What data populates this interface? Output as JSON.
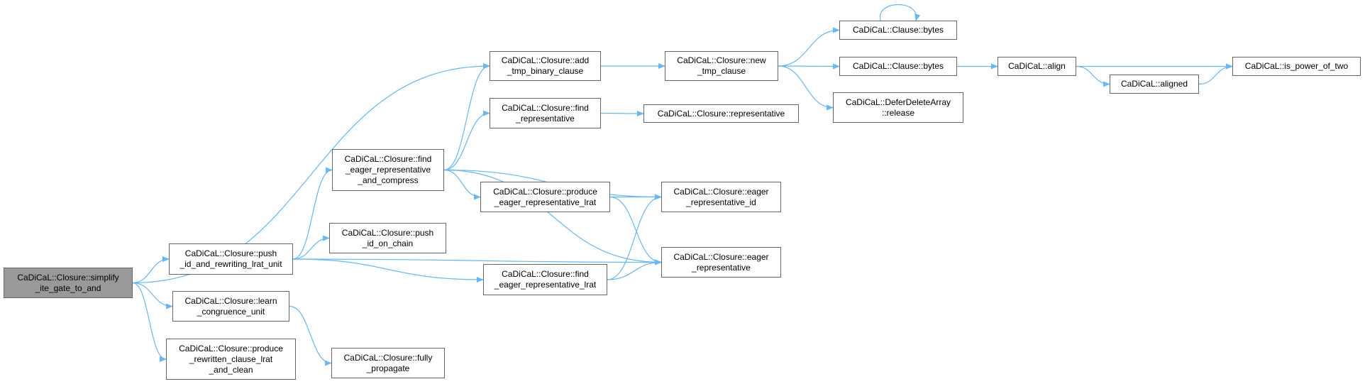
{
  "graph": {
    "edge_color": "#63b8ff",
    "current_node_color": "#999999",
    "nodes": [
      {
        "id": "simplify",
        "lines": [
          "CaDiCaL::Closure::simplify",
          "_ite_gate_to_and"
        ],
        "current": true
      },
      {
        "id": "push_rewrite",
        "lines": [
          "CaDiCaL::Closure::push",
          "_id_and_rewriting_lrat_unit"
        ]
      },
      {
        "id": "learn",
        "lines": [
          "CaDiCaL::Closure::learn",
          "_congruence_unit"
        ]
      },
      {
        "id": "produce_rewritten",
        "lines": [
          "CaDiCaL::Closure::produce",
          "_rewritten_clause_lrat",
          "_and_clean"
        ]
      },
      {
        "id": "find_compress",
        "lines": [
          "CaDiCaL::Closure::find",
          "_eager_representative",
          "_and_compress"
        ]
      },
      {
        "id": "push_chain",
        "lines": [
          "CaDiCaL::Closure::push",
          "_id_on_chain"
        ]
      },
      {
        "id": "fully",
        "lines": [
          "CaDiCaL::Closure::fully",
          "_propagate"
        ]
      },
      {
        "id": "add_tmp",
        "lines": [
          "CaDiCaL::Closure::add",
          "_tmp_binary_clause"
        ]
      },
      {
        "id": "find_rep",
        "lines": [
          "CaDiCaL::Closure::find",
          "_representative"
        ]
      },
      {
        "id": "produce_eager",
        "lines": [
          "CaDiCaL::Closure::produce",
          "_eager_representative_lrat"
        ]
      },
      {
        "id": "find_eager_lrat",
        "lines": [
          "CaDiCaL::Closure::find",
          "_eager_representative_lrat"
        ]
      },
      {
        "id": "new_tmp",
        "lines": [
          "CaDiCaL::Closure::new",
          "_tmp_clause"
        ]
      },
      {
        "id": "representative",
        "lines": [
          "CaDiCaL::Closure::representative"
        ]
      },
      {
        "id": "eager_rep_id",
        "lines": [
          "CaDiCaL::Closure::eager",
          "_representative_id"
        ]
      },
      {
        "id": "eager_rep",
        "lines": [
          "CaDiCaL::Closure::eager",
          "_representative"
        ]
      },
      {
        "id": "bytes1",
        "lines": [
          "CaDiCaL::Clause::bytes"
        ]
      },
      {
        "id": "bytes2",
        "lines": [
          "CaDiCaL::Clause::bytes"
        ]
      },
      {
        "id": "release",
        "lines": [
          "CaDiCaL::DeferDeleteArray",
          "::release"
        ]
      },
      {
        "id": "align",
        "lines": [
          "CaDiCaL::align"
        ]
      },
      {
        "id": "aligned",
        "lines": [
          "CaDiCaL::aligned"
        ]
      },
      {
        "id": "pow2",
        "lines": [
          "CaDiCaL::is_power_of_two"
        ]
      }
    ],
    "edges": [
      [
        "simplify",
        "add_tmp"
      ],
      [
        "simplify",
        "push_rewrite"
      ],
      [
        "simplify",
        "learn"
      ],
      [
        "simplify",
        "produce_rewritten"
      ],
      [
        "push_rewrite",
        "find_compress"
      ],
      [
        "push_rewrite",
        "push_chain"
      ],
      [
        "push_rewrite",
        "find_eager_lrat"
      ],
      [
        "push_rewrite",
        "eager_rep"
      ],
      [
        "learn",
        "fully"
      ],
      [
        "find_compress",
        "add_tmp"
      ],
      [
        "find_compress",
        "find_rep"
      ],
      [
        "find_compress",
        "eager_rep_id"
      ],
      [
        "find_compress",
        "produce_eager"
      ],
      [
        "find_compress",
        "eager_rep"
      ],
      [
        "add_tmp",
        "new_tmp"
      ],
      [
        "find_rep",
        "representative"
      ],
      [
        "produce_eager",
        "eager_rep_id"
      ],
      [
        "produce_eager",
        "eager_rep"
      ],
      [
        "find_eager_lrat",
        "eager_rep_id"
      ],
      [
        "find_eager_lrat",
        "eager_rep"
      ],
      [
        "new_tmp",
        "bytes1"
      ],
      [
        "new_tmp",
        "bytes2"
      ],
      [
        "new_tmp",
        "release"
      ],
      [
        "bytes1",
        "bytes1"
      ],
      [
        "bytes2",
        "align"
      ],
      [
        "align",
        "pow2"
      ],
      [
        "align",
        "aligned"
      ],
      [
        "aligned",
        "pow2"
      ]
    ]
  }
}
